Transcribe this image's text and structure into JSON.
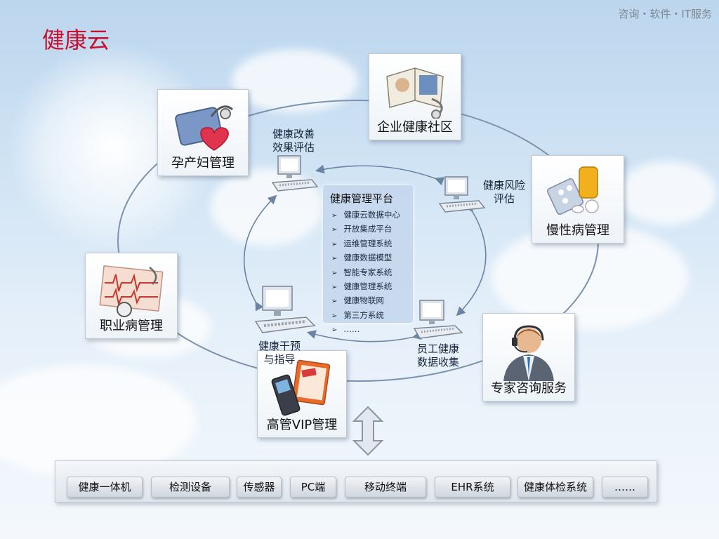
{
  "page_title": "健康云",
  "brand": "咨询・软件・IT服务",
  "outer_nodes": [
    {
      "key": "maternity",
      "label": "孕产妇管理",
      "icon": "heart-stethoscope-icon"
    },
    {
      "key": "enterprise",
      "label": "企业健康社区",
      "icon": "medical-book-icon"
    },
    {
      "key": "chronic",
      "label": "慢性病管理",
      "icon": "pills-icon"
    },
    {
      "key": "occupational",
      "label": "职业病管理",
      "icon": "ecg-chart-icon"
    },
    {
      "key": "expert",
      "label": "专家咨询服务",
      "icon": "headset-agent-icon"
    },
    {
      "key": "vip",
      "label": "高管VIP管理",
      "icon": "phone-folder-icon"
    }
  ],
  "cycle_nodes": [
    {
      "key": "eval",
      "label_lines": [
        "健康改善",
        "效果评估"
      ]
    },
    {
      "key": "risk",
      "label_lines": [
        "健康风险",
        "评估"
      ]
    },
    {
      "key": "collect",
      "label_lines": [
        "员工健康",
        "数据收集"
      ]
    },
    {
      "key": "intervene",
      "label_lines": [
        "健康干预",
        "与指导"
      ]
    }
  ],
  "platform": {
    "title": "健康管理平台",
    "items": [
      "健康云数据中心",
      "开放集成平台",
      "运维管理系统",
      "健康数据模型",
      "智能专家系统",
      "健康管理系统",
      "健康物联网",
      "第三方系统",
      "……"
    ]
  },
  "devices": [
    "健康一体机",
    "检测设备",
    "传感器",
    "PC端",
    "移动终端",
    "EHR系统",
    "健康体检系统",
    "……"
  ],
  "colors": {
    "title": "#c8102e",
    "connector": "#6c84a3",
    "platform_bg": "#c4d6ec"
  }
}
